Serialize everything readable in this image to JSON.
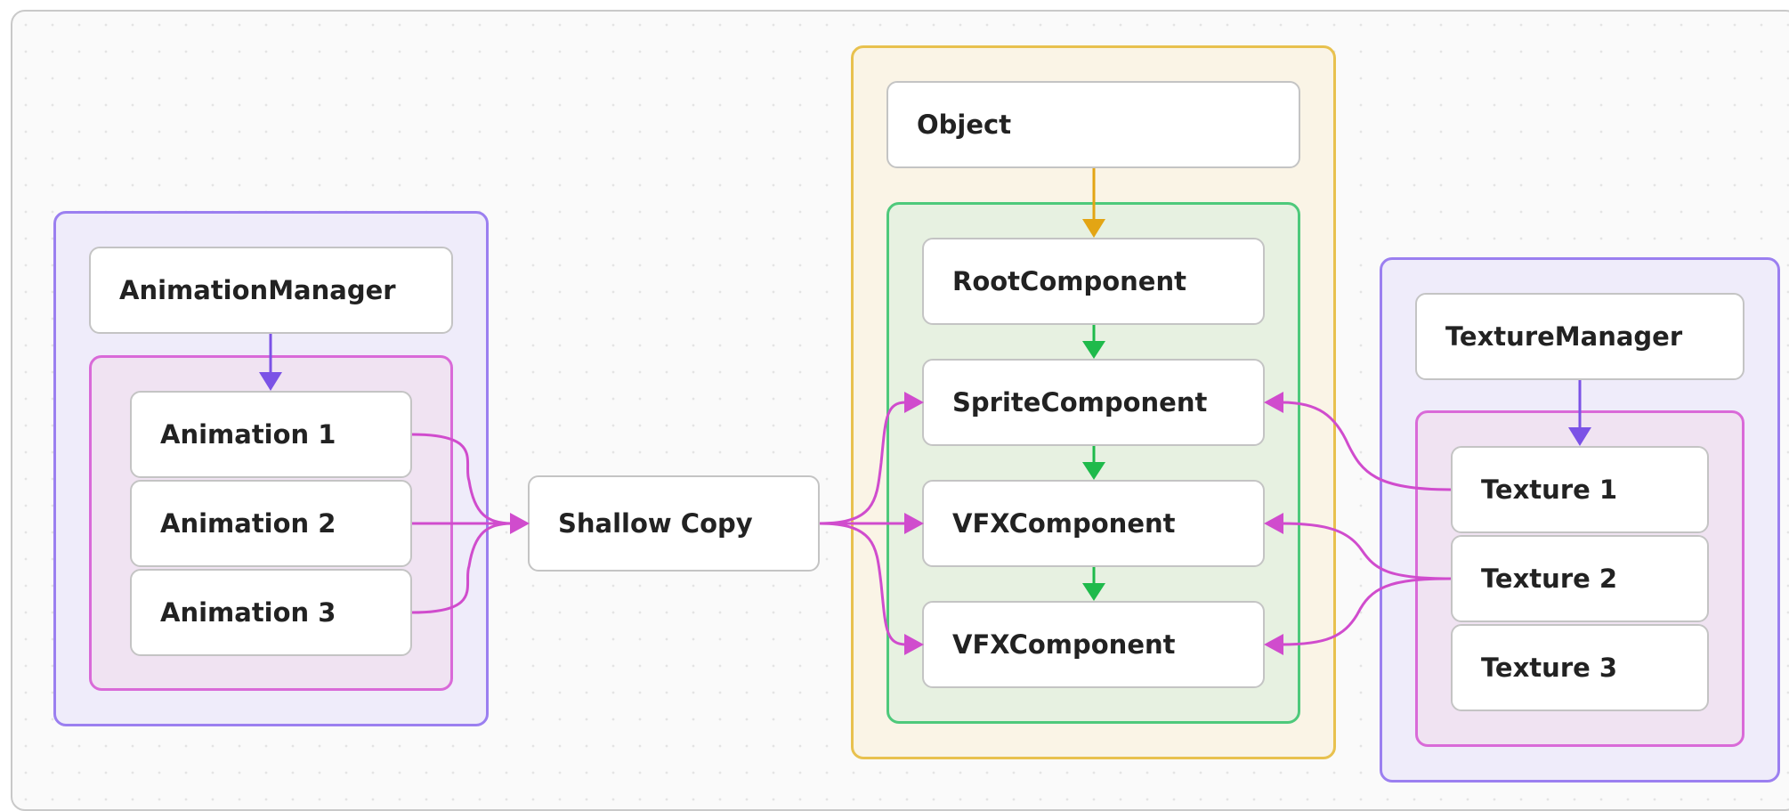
{
  "nodes": {
    "animation_manager": "AnimationManager",
    "animation_1": "Animation 1",
    "animation_2": "Animation 2",
    "animation_3": "Animation 3",
    "shallow_copy": "Shallow Copy",
    "object": "Object",
    "root_component": "RootComponent",
    "sprite_component": "SpriteComponent",
    "vfx_component_1": "VFXComponent",
    "vfx_component_2": "VFXComponent",
    "texture_manager": "TextureManager",
    "texture_1": "Texture 1",
    "texture_2": "Texture 2",
    "texture_3": "Texture 3"
  },
  "colors": {
    "manager_group_border": "#9b7ff0",
    "manager_group_fill": "#efecfa",
    "item_group_border": "#d96ad8",
    "item_group_fill": "#f0e3f2",
    "object_group_border": "#e8c14e",
    "object_group_fill": "#faf4e6",
    "component_group_border": "#4ec97b",
    "component_group_fill": "#e7f1e1",
    "edge_manager": "#7b52e6",
    "edge_reference": "#d04ccd",
    "edge_object": "#e3a514",
    "edge_component": "#1fba4b"
  },
  "edges": [
    {
      "from": "animation_manager",
      "to": "animation_1",
      "kind": "manager"
    },
    {
      "from": "animation_1",
      "to": "shallow_copy",
      "kind": "reference"
    },
    {
      "from": "animation_2",
      "to": "shallow_copy",
      "kind": "reference"
    },
    {
      "from": "animation_3",
      "to": "shallow_copy",
      "kind": "reference"
    },
    {
      "from": "shallow_copy",
      "to": "sprite_component",
      "kind": "reference"
    },
    {
      "from": "shallow_copy",
      "to": "vfx_component_1",
      "kind": "reference"
    },
    {
      "from": "shallow_copy",
      "to": "vfx_component_2",
      "kind": "reference"
    },
    {
      "from": "object",
      "to": "root_component",
      "kind": "object"
    },
    {
      "from": "root_component",
      "to": "sprite_component",
      "kind": "component"
    },
    {
      "from": "sprite_component",
      "to": "vfx_component_1",
      "kind": "component"
    },
    {
      "from": "vfx_component_1",
      "to": "vfx_component_2",
      "kind": "component"
    },
    {
      "from": "texture_manager",
      "to": "texture_1",
      "kind": "manager"
    },
    {
      "from": "texture_1",
      "to": "sprite_component",
      "kind": "reference"
    },
    {
      "from": "texture_2",
      "to": "vfx_component_1",
      "kind": "reference"
    },
    {
      "from": "texture_2",
      "to": "vfx_component_2",
      "kind": "reference"
    }
  ]
}
